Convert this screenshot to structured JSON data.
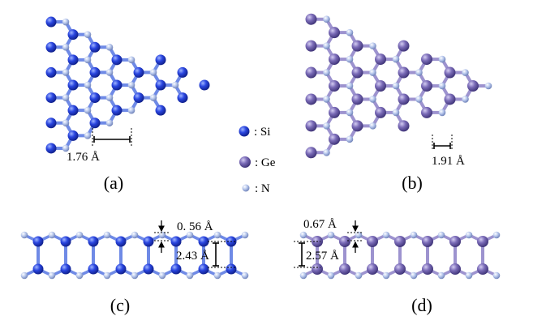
{
  "figure": {
    "panels": [
      {
        "id": "a",
        "label": "(a)",
        "structure": "SiN top view",
        "bond_label": "1.76 Å"
      },
      {
        "id": "b",
        "label": "(b)",
        "structure": "GeN top view",
        "bond_label": "1.91 Å"
      },
      {
        "id": "c",
        "label": "(c)",
        "structure": "SiN side view",
        "buckling_label": "0. 56  Å",
        "thickness_label": "2.43 Å"
      },
      {
        "id": "d",
        "label": "(d)",
        "structure": "GeN side view",
        "buckling_label": "0.67 Å",
        "thickness_label": "2.57 Å"
      }
    ],
    "legend": [
      {
        "label": ": Si",
        "color": "#2a46e0"
      },
      {
        "label": ": Ge",
        "color": "#7b6cb8"
      },
      {
        "label": ": N",
        "color": "#a9bce6"
      }
    ],
    "colors": {
      "si": "#2a46e0",
      "ge": "#7b6cb8",
      "n": "#a9bce6",
      "bond_si": "#6f8ae6",
      "bond_ge": "#9d93cf"
    }
  }
}
